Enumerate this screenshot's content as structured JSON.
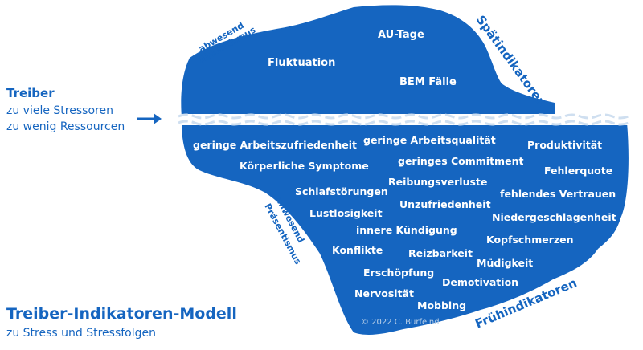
{
  "colors": {
    "primary": "#1565c0",
    "water": "#ffffff",
    "wave": "#d7e4f2"
  },
  "treiber": {
    "title": "Treiber",
    "line1": "zu viele Stressoren",
    "line2": "zu wenig Ressourcen"
  },
  "model": {
    "title": "Treiber-Indikatoren-Modell",
    "subtitle": "zu Stress und Stressfolgen"
  },
  "side_labels": {
    "abwesend": "abwesend",
    "absentismus": "Absentismus",
    "anwesend": "anwesend",
    "praesentismus": "Präsentismus",
    "spaet": "Spätindikatoren",
    "frueh": "Frühindikatoren"
  },
  "above_water": {
    "au_tage": "AU-Tage",
    "fluktuation": "Fluktuation",
    "bem": "BEM Fälle"
  },
  "below_water": {
    "arbeitszufriedenheit": "geringe Arbeitszufriedenheit",
    "arbeitsqualitaet": "geringe Arbeitsqualität",
    "produktivitaet": "Produktivität",
    "commitment": "geringes Commitment",
    "koerperliche": "Körperliche Symptome",
    "fehlerquote": "Fehlerquote",
    "reibungsverluste": "Reibungsverluste",
    "schlafstoerungen": "Schlafstörungen",
    "vertrauen": "fehlendes Vertrauen",
    "unzufriedenheit": "Unzufriedenheit",
    "lustlosigkeit": "Lustlosigkeit",
    "niedergeschlagenheit": "Niedergeschlagenheit",
    "kuendigung": "innere Kündigung",
    "kopfschmerzen": "Kopfschmerzen",
    "konflikte": "Konflikte",
    "reizbarkeit": "Reizbarkeit",
    "muedigkeit": "Müdigkeit",
    "erschoepfung": "Erschöpfung",
    "demotivation": "Demotivation",
    "nervositaet": "Nervosität",
    "mobbing": "Mobbing"
  },
  "copyright": "© 2022 C. Burfeind"
}
